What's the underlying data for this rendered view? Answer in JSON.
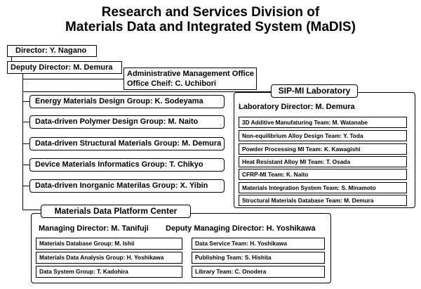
{
  "title": {
    "line1": "Research and Services Division of",
    "line2": "Materials Data and Integrated System (MaDIS)"
  },
  "director": "Director: Y. Nagano",
  "deputy_director": "Deputy Director: M. Demura",
  "admin_office": {
    "line1": "Administrative Management Office",
    "line2": "Office Cheif: C. Uchibori"
  },
  "groups": [
    "Energy Materials Design Group: K. Sodeyama",
    "Data-driven Polymer Design Group: M. Naito",
    "Data-driven Structural Materials Group: M. Demura",
    "Device Materials Informatics Group: T. Chikyo",
    "Data-driven Inorganic Materilas Group: X. Yibin"
  ],
  "sip": {
    "title": "SIP-MI Laboratory",
    "director": "Laboratory Director: M. Demura",
    "teams": [
      "3D Additive Manufaturing Team: M. Watanabe",
      "Non-equilibrium Alloy Design Team: Y. Toda",
      "Powder Processing MI Team: K. Kawagishi",
      "Heat Resistant Alloy MI Team: T. Osada",
      "CFRP-MI Team: K. Naito",
      "Materials Integration System Team: S. Minamoto",
      "Structural Materials Database Team: M. Demura"
    ]
  },
  "platform": {
    "title": "Materials Data Platform Center",
    "managing_director": "Managing Director: M. Tanifuji",
    "deputy_managing_director": "Deputy Managing Director: H. Yoshikawa",
    "left_groups": [
      "Materials Database Group: M. Ishii",
      "Materials Data Analysis Group: H. Yoshikawa",
      "Data System Group: T. Kadohira"
    ],
    "right_teams": [
      "Data Service Team: H. Yoshikawa",
      "Publishing Team: S. Hishita",
      "Library Team: C. Onodera"
    ]
  }
}
